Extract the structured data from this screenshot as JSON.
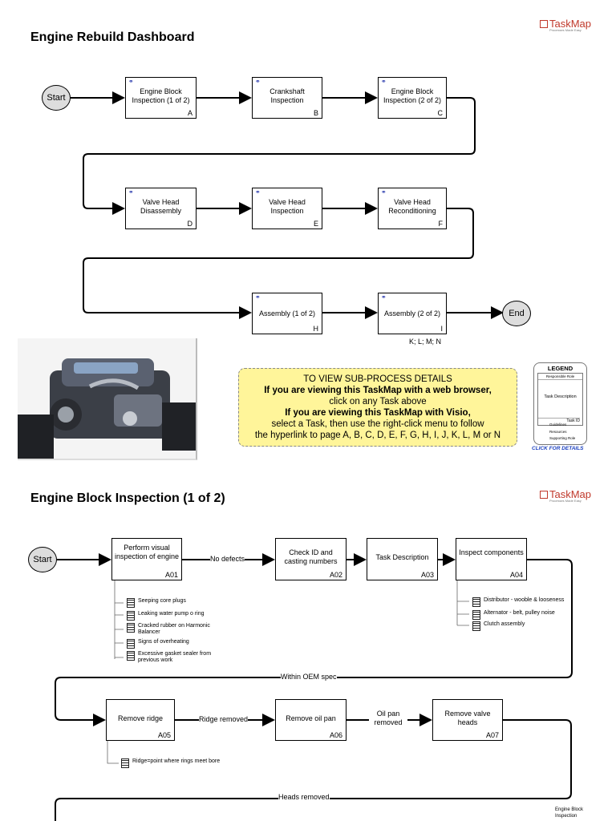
{
  "logo": {
    "brand": "TaskMap",
    "tagline": "Processes Made Easy"
  },
  "dashboard": {
    "title": "Engine Rebuild Dashboard",
    "start": "Start",
    "end": "End",
    "tasks": [
      {
        "label": "Engine Block Inspection (1 of 2)",
        "code": "A"
      },
      {
        "label": "Crankshaft Inspection",
        "code": "B"
      },
      {
        "label": "Engine Block Inspection (2 of 2)",
        "code": "C"
      },
      {
        "label": "Valve Head Disassembly",
        "code": "D"
      },
      {
        "label": "Valve Head Inspection",
        "code": "E"
      },
      {
        "label": "Valve Head Reconditioning",
        "code": "F"
      },
      {
        "label": "Assembly (1 of 2)",
        "code": "H"
      },
      {
        "label": "Assembly (2 of 2)",
        "code": "I"
      }
    ],
    "extra_codes": "K; L; M; N",
    "note": {
      "line1": "TO VIEW SUB-PROCESS DETAILS",
      "line2": "If you are viewing this TaskMap with a web browser,",
      "line3": "click on any Task above",
      "line4": "If you are viewing this TaskMap with Visio,",
      "line5": "select a Task, then use the right-click menu to follow",
      "line6": "the hyperlink to page A, B, C, D, E, F, G, H, I, J, K, L, M or N"
    },
    "legend": {
      "title": "LEGEND",
      "role": "Responsible Role",
      "desc": "Task Description",
      "taskid": "Task ID",
      "guidelines": "Guidelines",
      "resources": "Resources",
      "supporting": "Supporting Role",
      "click": "CLICK FOR DETAILS"
    }
  },
  "subprocess": {
    "title": "Engine Block Inspection (1 of 2)",
    "start": "Start",
    "tasks": [
      {
        "label": "Perform visual inspection of engine",
        "code": "A01"
      },
      {
        "label": "Check ID and casting numbers",
        "code": "A02"
      },
      {
        "label": "Task Description",
        "code": "A03"
      },
      {
        "label": "Inspect components",
        "code": "A04"
      },
      {
        "label": "Remove ridge",
        "code": "A05"
      },
      {
        "label": "Remove oil pan",
        "code": "A06"
      },
      {
        "label": "Remove valve heads",
        "code": "A07"
      }
    ],
    "flow_labels": {
      "no_defects": "No defects",
      "within_oem": "Within OEM spec",
      "ridge_removed": "Ridge removed",
      "oil_pan_removed": "Oil pan removed",
      "heads_removed": "Heads removed"
    },
    "guidelines_a01": [
      "Seeping core plugs",
      "Leaking water pump o ring",
      "Cracked rubber on Harmonic Balancer",
      "Signs of overheating",
      "Excessive gasket sealer from previous work"
    ],
    "guidelines_a04": [
      "Distributor - wooble & looseness",
      "Alternator - belt, pulley noise",
      "Clutch assembly"
    ],
    "guidelines_a05": [
      "Ridge=point where rings meet bore"
    ],
    "footer_ref": "Engine Block Inspection"
  }
}
